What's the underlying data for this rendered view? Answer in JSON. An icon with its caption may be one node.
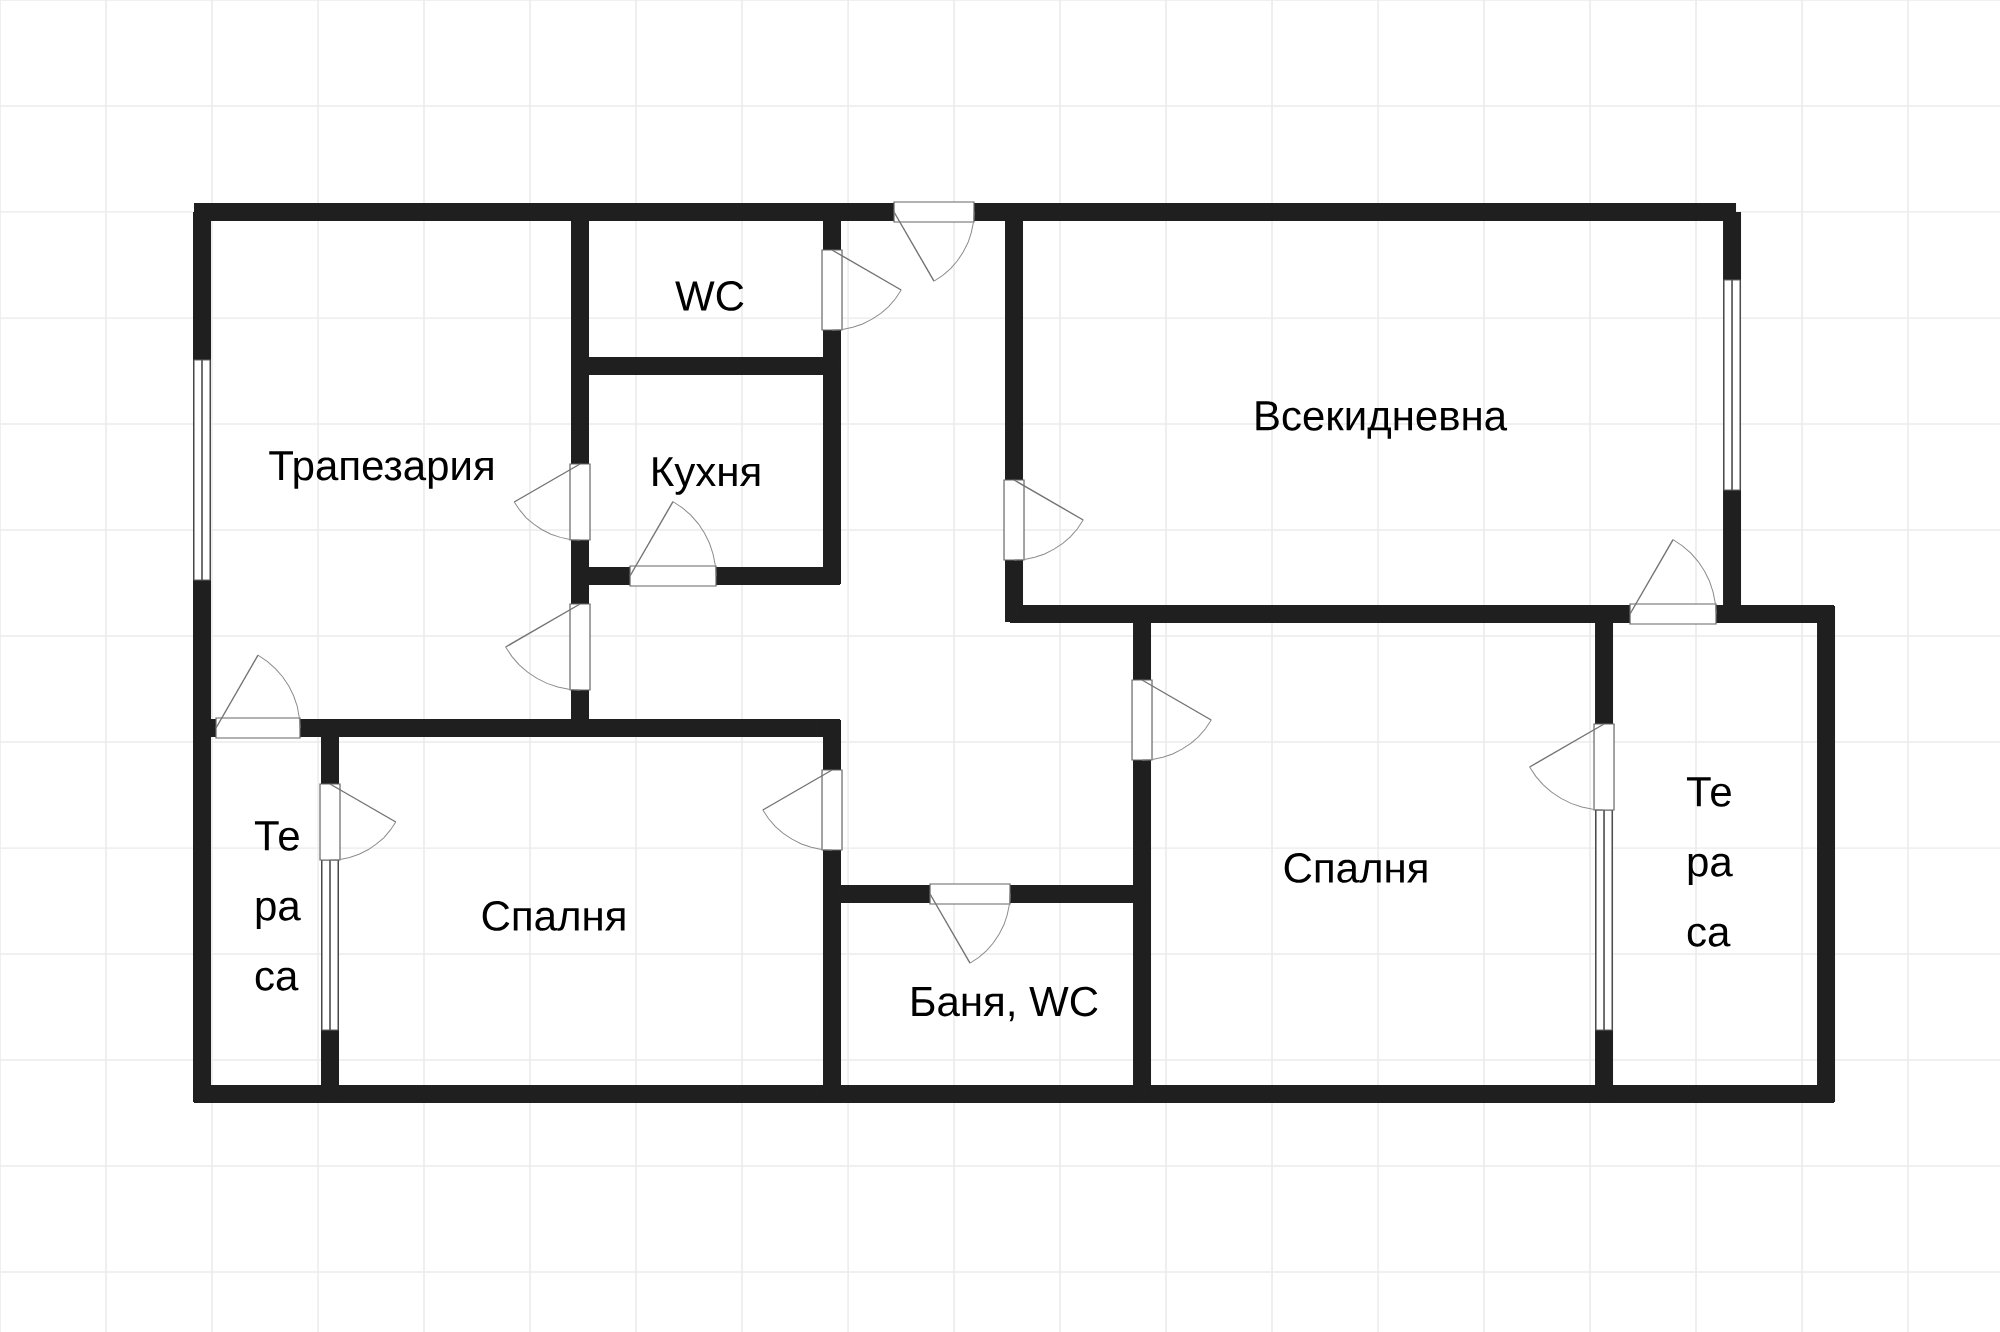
{
  "diagram": {
    "nodes": [
      {
        "text": [
          "Трапезария"
        ]
      },
      {
        "text": [
          "WC"
        ]
      },
      {
        "text": [
          "Кухня"
        ]
      },
      {
        "text": [
          "Всекидневна"
        ]
      },
      {
        "text": [
          "Те ра са"
        ]
      },
      {
        "text": [
          "Спалня"
        ]
      },
      {
        "text": [
          "Баня, WC"
        ]
      },
      {
        "text": [
          "Спалня"
        ]
      },
      {
        "text": [
          "Те ра са"
        ]
      }
    ]
  }
}
